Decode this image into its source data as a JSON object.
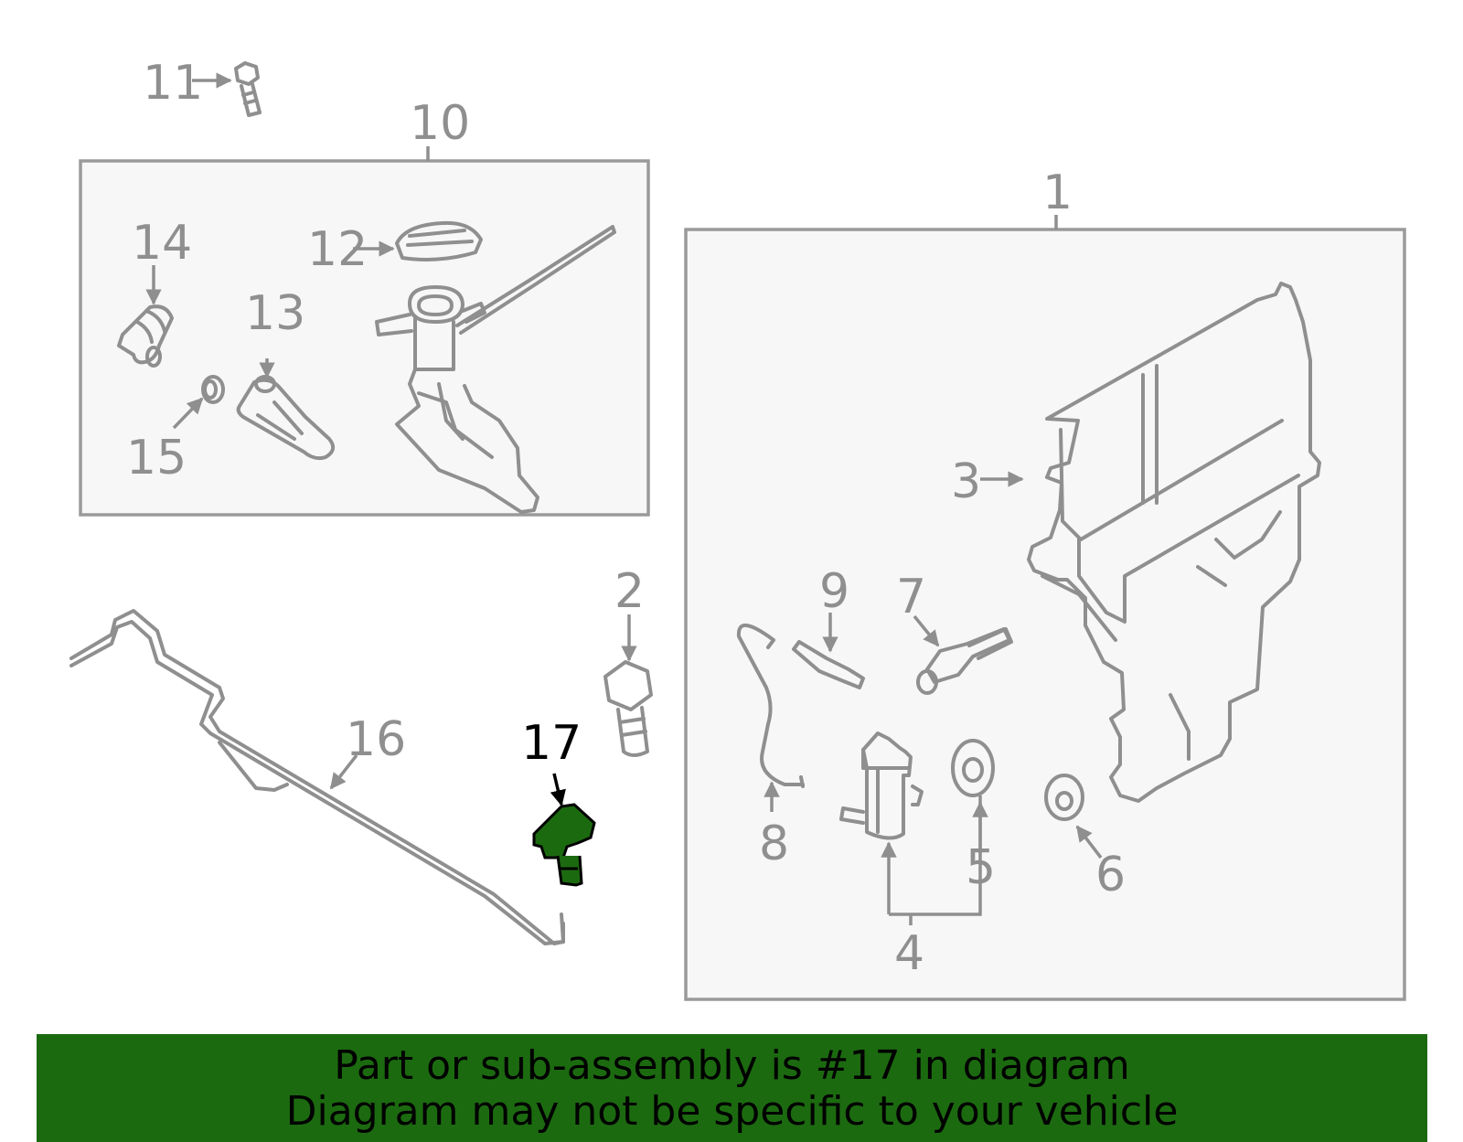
{
  "diagram": {
    "callouts": {
      "c1": "1",
      "c2": "2",
      "c3": "3",
      "c4": "4",
      "c5": "5",
      "c6": "6",
      "c7": "7",
      "c8": "8",
      "c9": "9",
      "c10": "10",
      "c11": "11",
      "c12": "12",
      "c13": "13",
      "c14": "14",
      "c15": "15",
      "c16": "16",
      "c17": "17"
    },
    "highlight_part": "17",
    "colors": {
      "highlight_fill": "#1c6a10",
      "outline": "#8f8f8f",
      "box_fill": "#f7f7f7",
      "banner_bg": "#1c6a10"
    }
  },
  "banner": {
    "line1": "Part or sub-assembly is #17 in diagram",
    "line2": "Diagram may not be specific to your vehicle"
  }
}
